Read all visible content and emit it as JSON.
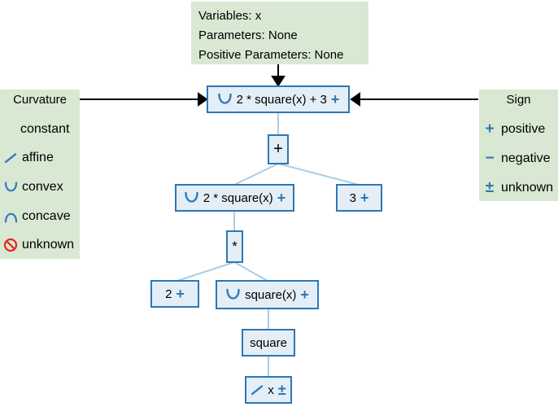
{
  "info_box": {
    "line1": "Variables: x",
    "line2": "Parameters: None",
    "line3": "Positive Parameters: None"
  },
  "curvature_legend": {
    "title": "Curvature",
    "items": [
      {
        "icon": "none",
        "label": "constant"
      },
      {
        "icon": "affine-icon",
        "label": "affine"
      },
      {
        "icon": "convex-icon",
        "label": "convex"
      },
      {
        "icon": "concave-icon",
        "label": "concave"
      },
      {
        "icon": "unknown-curvature-icon",
        "label": "unknown"
      }
    ]
  },
  "sign_legend": {
    "title": "Sign",
    "items": [
      {
        "icon": "plus-icon",
        "glyph": "+",
        "label": "positive"
      },
      {
        "icon": "minus-icon",
        "glyph": "−",
        "label": "negative"
      },
      {
        "icon": "plus-minus-icon",
        "glyph": "±",
        "label": "unknown"
      }
    ]
  },
  "tree": {
    "nodes": {
      "root": {
        "curvature": "convex",
        "label": "2 * square(x) + 3",
        "sign": "+"
      },
      "plus_op": {
        "label": "+"
      },
      "expr_2sq": {
        "curvature": "convex",
        "label": "2 * square(x)",
        "sign": "+"
      },
      "const_3": {
        "label": "3",
        "sign": "+"
      },
      "times_op": {
        "label": "*"
      },
      "const_2": {
        "label": "2",
        "sign": "+"
      },
      "expr_sq": {
        "curvature": "convex",
        "label": "square(x)",
        "sign": "+"
      },
      "square_fn": {
        "label": "square"
      },
      "var_x": {
        "curvature": "affine",
        "label": "x",
        "sign": "±"
      }
    }
  },
  "colors": {
    "legend_bg": "#d9e8d2",
    "node_border": "#2d77b4",
    "node_fill": "#e4eef7",
    "edge_blue": "#a9cde6",
    "icon_blue": "#3a7ebd",
    "unknown_red": "#e02b20",
    "arrow_black": "#000000"
  }
}
